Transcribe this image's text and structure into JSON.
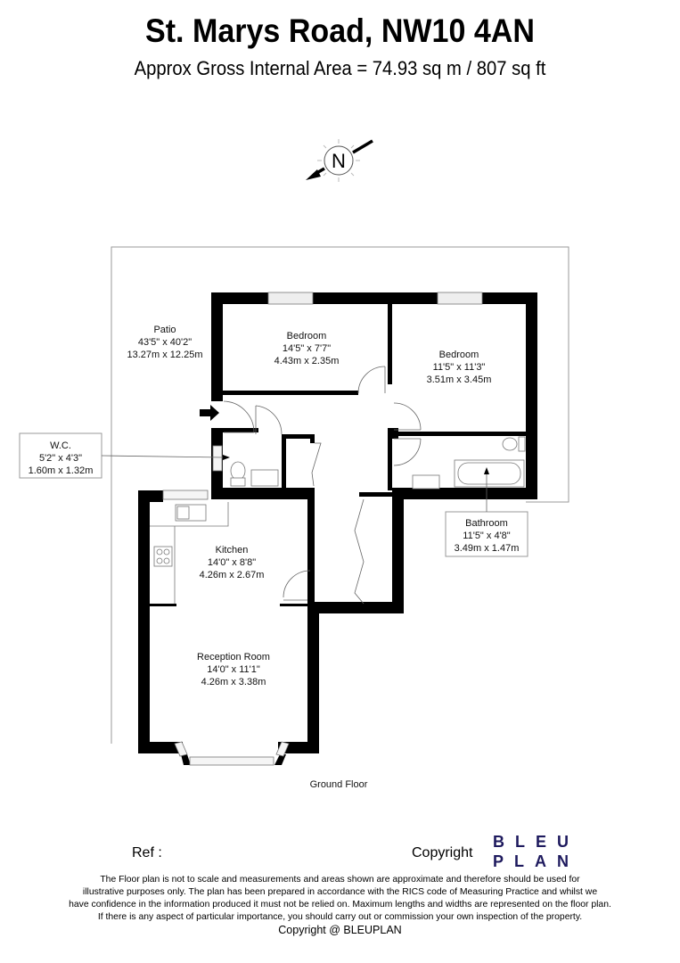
{
  "header": {
    "title": "St. Marys Road, NW10 4AN",
    "subtitle": "Approx Gross Internal Area = 74.93 sq m / 807 sq ft"
  },
  "compass": {
    "label": "N",
    "icon": "north-compass-icon"
  },
  "rooms": {
    "patio": {
      "name": "Patio",
      "imperial": "43'5\" x 40'2\"",
      "metric": "13.27m x 12.25m"
    },
    "bedroom1": {
      "name": "Bedroom",
      "imperial": "14'5\" x 7'7\"",
      "metric": "4.43m x 2.35m"
    },
    "bedroom2": {
      "name": "Bedroom",
      "imperial": "11'5\" x 11'3\"",
      "metric": "3.51m x 3.45m"
    },
    "wc": {
      "name": "W.C.",
      "imperial": "5'2\" x 4'3\"",
      "metric": "1.60m x 1.32m"
    },
    "kitchen": {
      "name": "Kitchen",
      "imperial": "14'0\" x 8'8\"",
      "metric": "4.26m x 2.67m"
    },
    "bathroom": {
      "name": "Bathroom",
      "imperial": "11'5\" x 4'8\"",
      "metric": "3.49m x 1.47m"
    },
    "reception": {
      "name": "Reception Room",
      "imperial": "14'0\" x 11'1\"",
      "metric": "4.26m x 3.38m"
    }
  },
  "floor_label": "Ground Floor",
  "footer": {
    "ref_label": "Ref  :",
    "copyright_label": "Copyright",
    "logo_line1": "BLEU",
    "logo_line2": "PLAN",
    "logo_color": "#1e1a5e",
    "disclaimer": [
      "The Floor plan is not to scale and measurements and areas shown are approximate and therefore should be used for",
      "illustrative purposes only. The plan has been prepared in accordance with the RICS code of Measuring Practice and whilst we",
      "have confidence in the information produced it must not be relied on. Maximum lengths and widths are represented on the floor plan.",
      "If there is any aspect of particular importance, you should carry out or commission your own inspection of the property."
    ],
    "copyright_line": "Copyright @ BLEUPLAN"
  }
}
